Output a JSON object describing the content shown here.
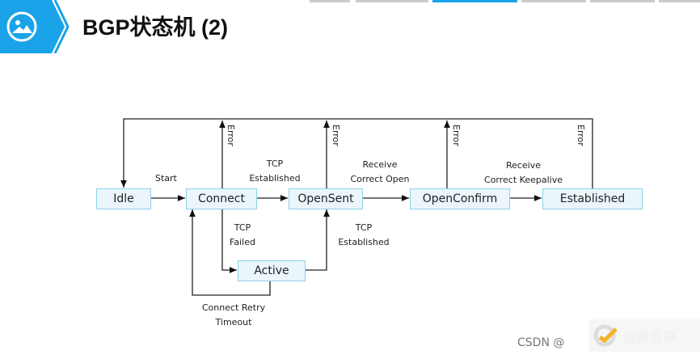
{
  "header": {
    "title": "BGP状态机 (2)",
    "icon": "image-icon",
    "accent": "#1aa3e8"
  },
  "states": {
    "idle": "Idle",
    "connect": "Connect",
    "opensent": "OpenSent",
    "openconfirm": "OpenConfirm",
    "established": "Established",
    "active": "Active"
  },
  "transitions": {
    "start": "Start",
    "tcp1": "TCP",
    "established1": "Established",
    "receive1": "Receive",
    "correct_open": "Correct Open",
    "receive2": "Receive",
    "correct_keepalive": "Correct Keepalive",
    "tcp_failed1": "TCP",
    "tcp_failed2": "Failed",
    "tcp2": "TCP",
    "established2": "Established",
    "retry1": "Connect Retry",
    "retry2": "Timeout",
    "error": "Error"
  },
  "watermark": {
    "csdn": "CSDN @",
    "logo_text": "创新互联"
  }
}
